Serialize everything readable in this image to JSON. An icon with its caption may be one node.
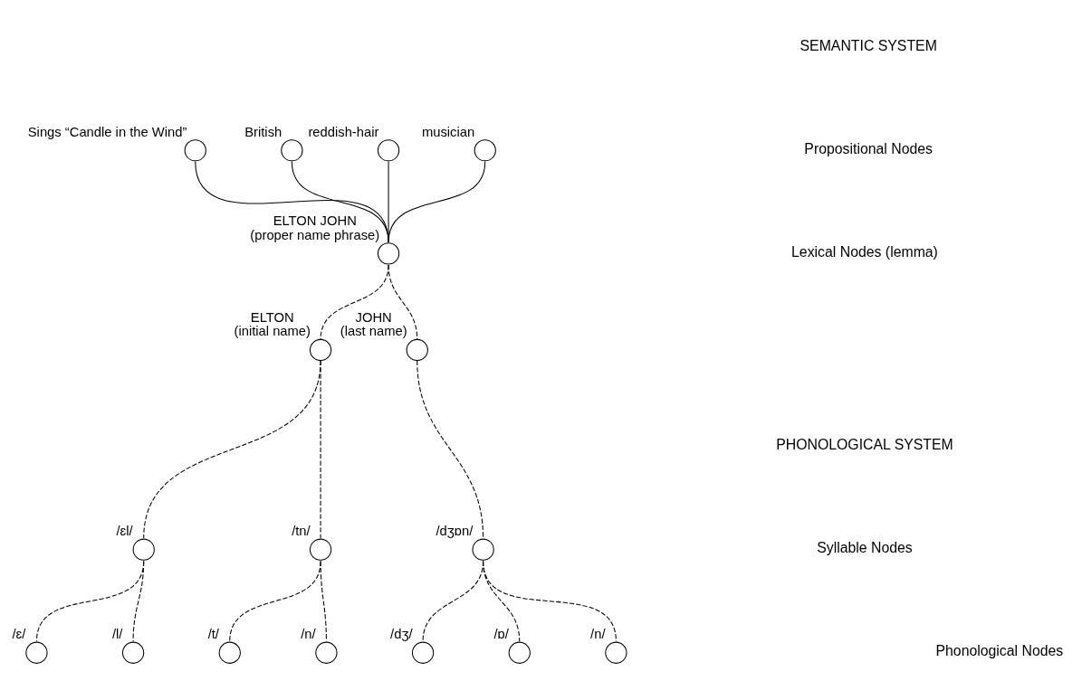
{
  "diagram": {
    "nodes": [
      {
        "text": [],
        "shape": "circle",
        "beside": [
          "Sings “Candle in the Wind”"
        ]
      },
      {
        "text": [],
        "shape": "circle",
        "beside": [
          "British"
        ]
      },
      {
        "text": [],
        "shape": "circle",
        "beside": [
          "reddish-hair"
        ]
      },
      {
        "text": [],
        "shape": "circle",
        "beside": [
          "musician"
        ]
      },
      {
        "text": [],
        "shape": "circle",
        "beside": [
          "ELTON JOHN",
          "(proper name phrase)"
        ]
      },
      {
        "text": [],
        "shape": "circle",
        "beside": [
          "ELTON",
          "(initial name)"
        ]
      },
      {
        "text": [],
        "shape": "circle",
        "beside": [
          "JOHN",
          "(last name)"
        ]
      },
      {
        "text": [],
        "shape": "circle",
        "beside": [
          "/ɛl/"
        ]
      },
      {
        "text": [],
        "shape": "circle",
        "beside": [
          "/tn/"
        ]
      },
      {
        "text": [],
        "shape": "circle",
        "beside": [
          "/dʒɒn/"
        ]
      },
      {
        "text": [],
        "shape": "circle",
        "beside": [
          "/ɛ/"
        ]
      },
      {
        "text": [],
        "shape": "circle",
        "beside": [
          "/l/"
        ]
      },
      {
        "text": [],
        "shape": "circle",
        "beside": [
          "/t/"
        ]
      },
      {
        "text": [],
        "shape": "circle",
        "beside": [
          "/n/"
        ]
      },
      {
        "text": [],
        "shape": "circle",
        "beside": [
          "/dʒ/"
        ]
      },
      {
        "text": [],
        "shape": "circle",
        "beside": [
          "/ɒ/"
        ]
      },
      {
        "text": [],
        "shape": "circle",
        "beside": [
          "/n/"
        ]
      }
    ],
    "edges": [
      {
        "from": 0,
        "to": 4,
        "arrow": "none"
      },
      {
        "from": 1,
        "to": 4,
        "arrow": "none"
      },
      {
        "from": 2,
        "to": 4,
        "arrow": "none"
      },
      {
        "from": 3,
        "to": 4,
        "arrow": "none"
      },
      {
        "from": 4,
        "to": 5,
        "arrow": "none",
        "style": "dashed"
      },
      {
        "from": 4,
        "to": 6,
        "arrow": "none",
        "style": "dashed"
      },
      {
        "from": 5,
        "to": 7,
        "arrow": "none",
        "style": "dashed"
      },
      {
        "from": 5,
        "to": 8,
        "arrow": "none",
        "style": "dashed"
      },
      {
        "from": 6,
        "to": 9,
        "arrow": "none",
        "style": "dashed"
      },
      {
        "from": 7,
        "to": 10,
        "arrow": "none",
        "style": "dashed"
      },
      {
        "from": 7,
        "to": 11,
        "arrow": "none",
        "style": "dashed"
      },
      {
        "from": 8,
        "to": 12,
        "arrow": "none",
        "style": "dashed"
      },
      {
        "from": 8,
        "to": 13,
        "arrow": "none",
        "style": "dashed"
      },
      {
        "from": 9,
        "to": 14,
        "arrow": "none",
        "style": "dashed"
      },
      {
        "from": 9,
        "to": 15,
        "arrow": "none",
        "style": "dashed"
      },
      {
        "from": 9,
        "to": 16,
        "arrow": "none",
        "style": "dashed"
      }
    ],
    "labels": [
      "SEMANTIC SYSTEM",
      "Propositional Nodes",
      "Lexical Nodes (lemma)",
      "PHONOLOGICAL SYSTEM",
      "Syllable Nodes",
      "Phonological Nodes"
    ]
  }
}
